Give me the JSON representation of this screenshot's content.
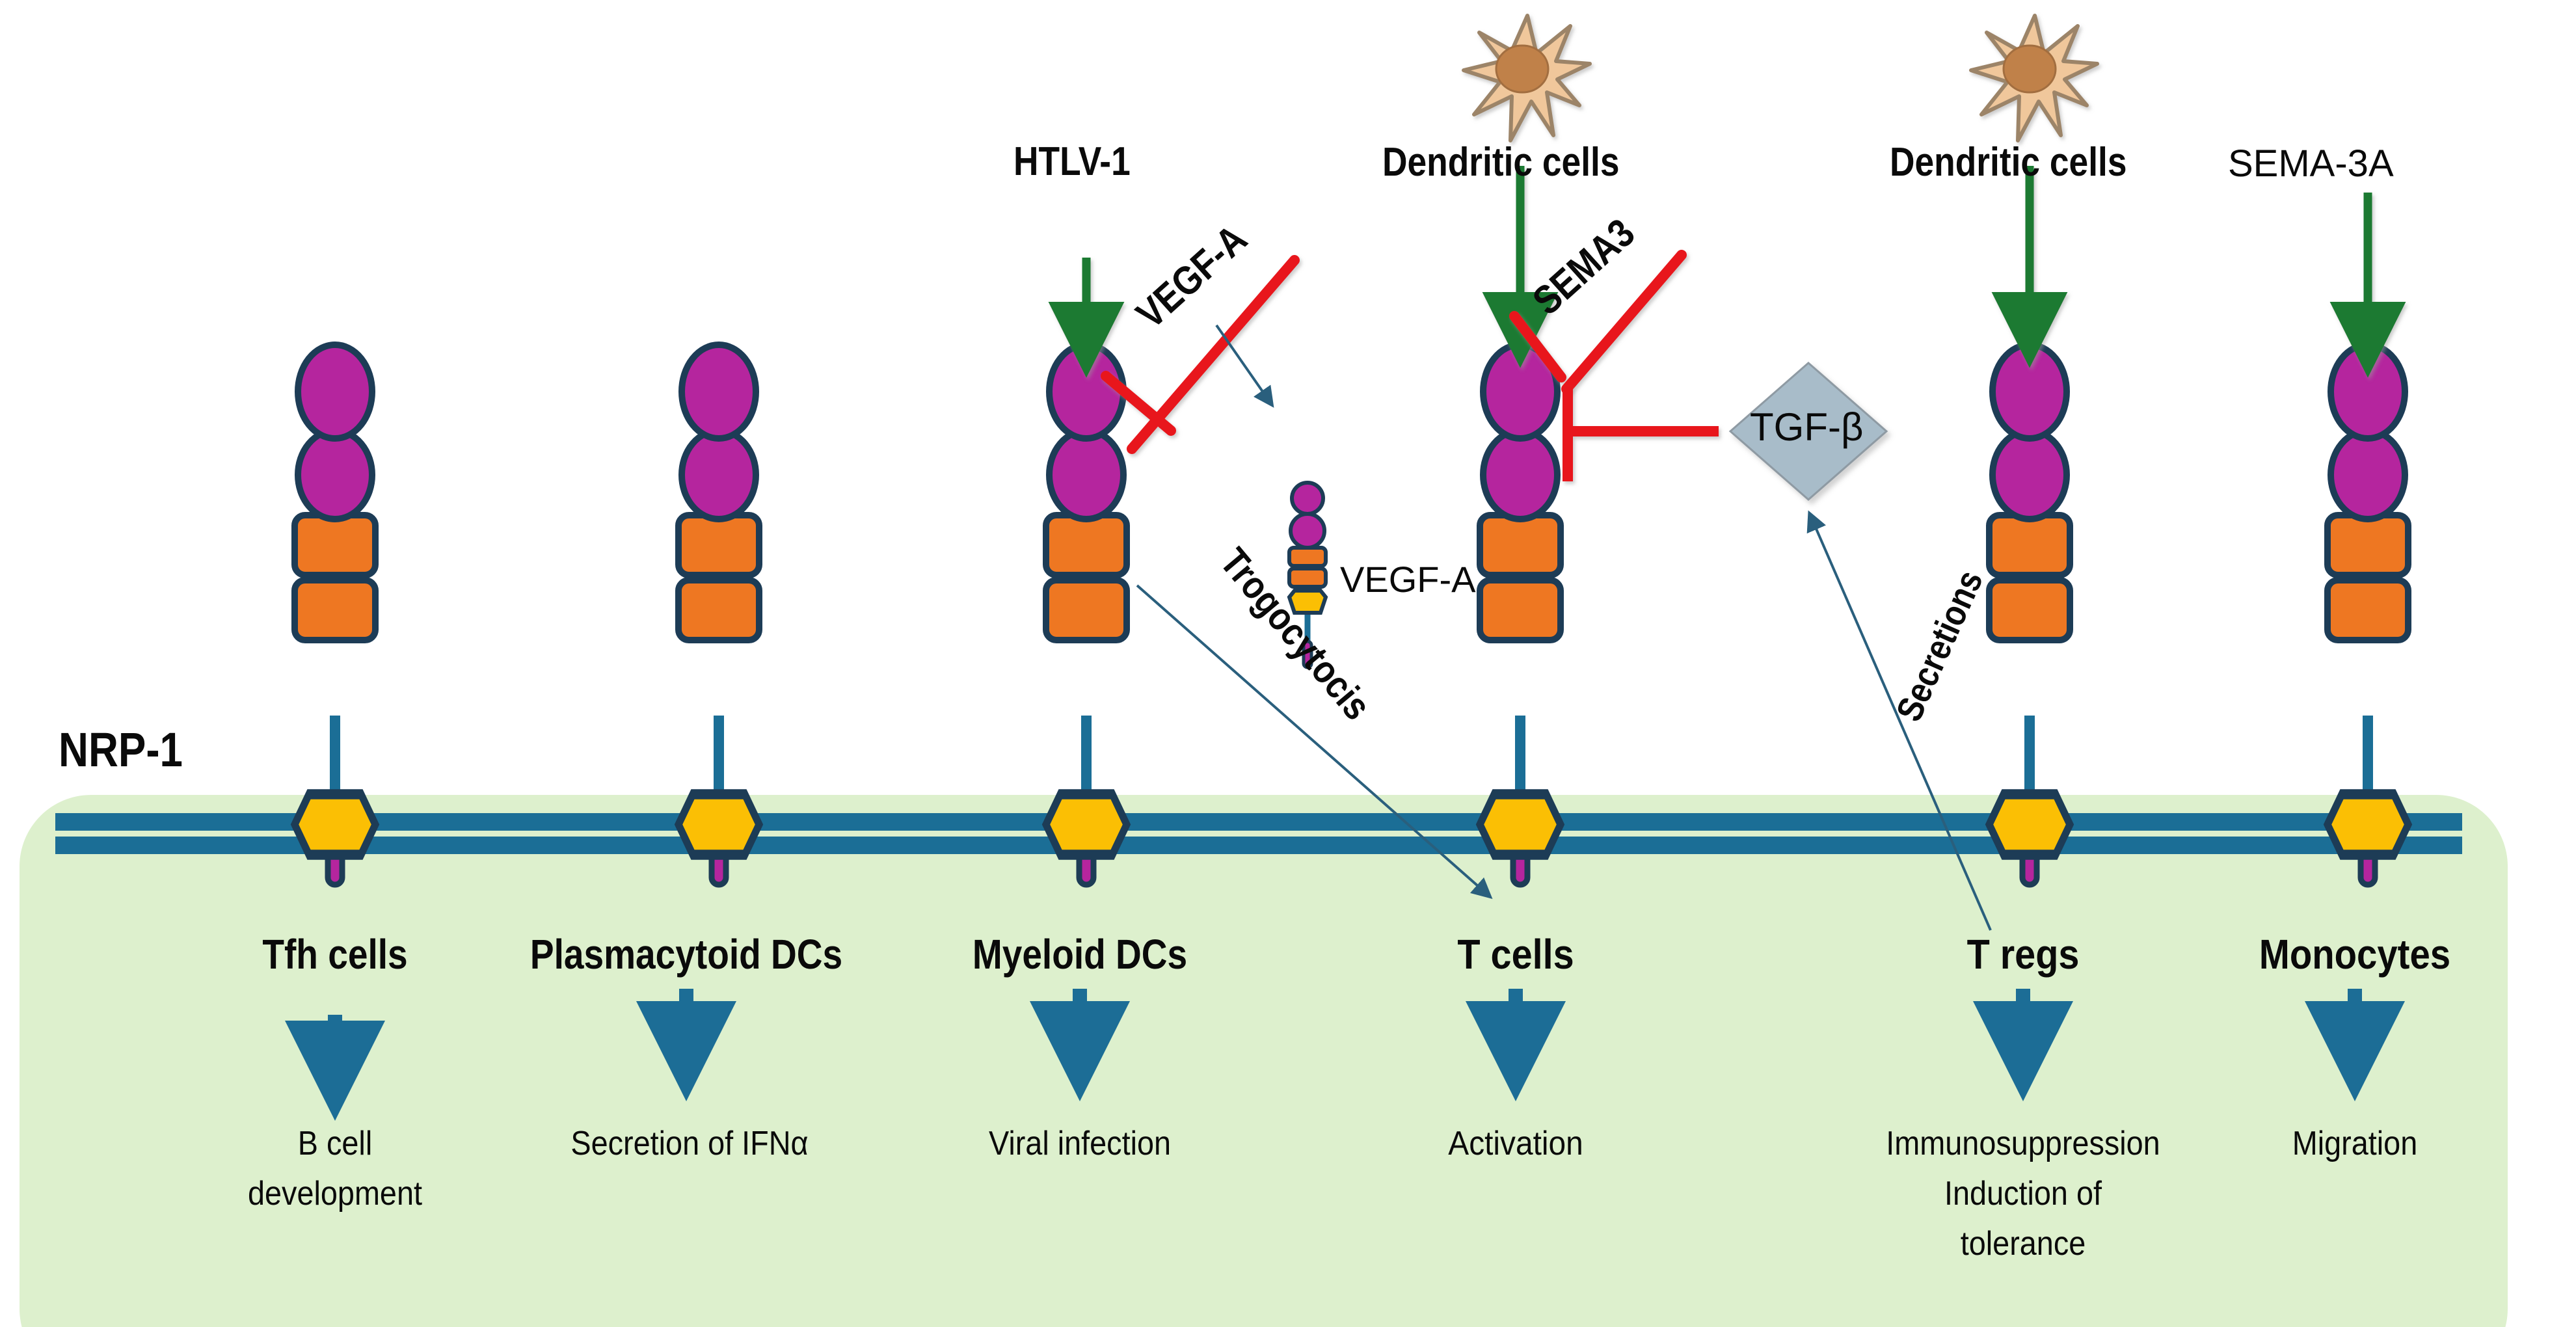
{
  "figure": {
    "receptor_name": "NRP-1",
    "membrane_color": "#1b6e96",
    "cytoplasm_color": "#ddf0cd",
    "domain_colors": {
      "a_domain": "#b5259e",
      "b_domain": "#ee7722",
      "c_domain": "#fbbf04",
      "tail": "#b5259e",
      "outline": "#1d3c56"
    },
    "arrow_colors": {
      "stimulation": "#1f7a33",
      "inhibition": "#e8161c",
      "outcome": "#1c6d96",
      "thin": "#2a5f7d"
    },
    "tgf_box_color": "#a8bcc9",
    "dendritic_cell_color": "#f0c79b"
  },
  "top_stimuli": [
    {
      "id": "htlv1",
      "label": "HTLV-1",
      "column": "myeloid_dcs",
      "arrow": "stimulation"
    },
    {
      "id": "dc_left",
      "label": "Dendritic  cells",
      "column": "t_cells",
      "arrow": "stimulation",
      "icon": "dendritic-cell-icon"
    },
    {
      "id": "dc_right",
      "label": "Dendritic  cells",
      "column": "t_regs",
      "arrow": "stimulation",
      "icon": "dendritic-cell-icon"
    },
    {
      "id": "sema3a",
      "label": "SEMA-3A",
      "column": "monocytes",
      "arrow": "stimulation"
    }
  ],
  "inhibitors": [
    {
      "id": "vegfa_bar",
      "label": "VEGF-A",
      "target": "myeloid_dcs",
      "color": "#e8161c"
    },
    {
      "id": "sema3_bar",
      "label": "SEMA3",
      "target": "t_cells",
      "color": "#e8161c"
    }
  ],
  "mediators": [
    {
      "id": "vegfa_ligand",
      "label": "VEGF-A",
      "shape": "mini-receptor"
    },
    {
      "id": "tgfb",
      "label": "TGF-β",
      "shape": "diamond"
    }
  ],
  "process_labels": [
    {
      "id": "trogocytosis",
      "label": "Trogocytocis",
      "from": "myeloid_dcs",
      "to": "t_cells"
    },
    {
      "id": "secretions",
      "label": "Secretions",
      "from": "t_regs",
      "to": "tgfb"
    }
  ],
  "columns": [
    {
      "id": "tfh",
      "cell_label": "Tfh cells",
      "outcome": "B cell\ndevelopment",
      "outcome_lines": [
        "B cell",
        "development"
      ]
    },
    {
      "id": "plasmacytoid",
      "cell_label": "Plasmacytoid DCs",
      "outcome": "Secretion of IFNα",
      "outcome_lines": [
        "Secretion of IFNα"
      ]
    },
    {
      "id": "myeloid_dcs",
      "cell_label": "Myeloid DCs",
      "outcome": "Viral infection",
      "outcome_lines": [
        "Viral infection"
      ]
    },
    {
      "id": "t_cells",
      "cell_label": "T cells",
      "outcome": "Activation",
      "outcome_lines": [
        "Activation"
      ]
    },
    {
      "id": "t_regs",
      "cell_label": "T regs",
      "outcome": "Immunosuppression\nInduction of\ntolerance",
      "outcome_lines": [
        "Immunosuppression",
        "Induction of",
        "tolerance"
      ]
    },
    {
      "id": "monocytes",
      "cell_label": "Monocytes",
      "outcome": "Migration",
      "outcome_lines": [
        "Migration"
      ]
    }
  ],
  "labels": {
    "nrp1": "NRP-1",
    "tfh": "Tfh cells",
    "plasmacytoid": "Plasmacytoid DCs",
    "myeloid": "Myeloid DCs",
    "tcells": "T cells",
    "tregs": "T regs",
    "monocytes": "Monocytes",
    "b_cell": "B cell",
    "development": "development",
    "secretion_ifna": "Secretion of IFNα",
    "viral_infection": "Viral infection",
    "activation": "Activation",
    "immunosuppression": "Immunosuppression",
    "induction_of": "Induction of",
    "tolerance": "tolerance",
    "migration": "Migration",
    "htlv1": "HTLV-1",
    "dendritic_cells_1": "Dendritic  cells",
    "dendritic_cells_2": "Dendritic  cells",
    "sema3a": "SEMA-3A",
    "vegfa_inhibitor": "VEGF-A",
    "vegfa_ligand": "VEGF-A",
    "sema3": "SEMA3",
    "tgfb": "TGF-β",
    "trogocytosis": "Trogocytocis",
    "secretions": "Secretions"
  }
}
